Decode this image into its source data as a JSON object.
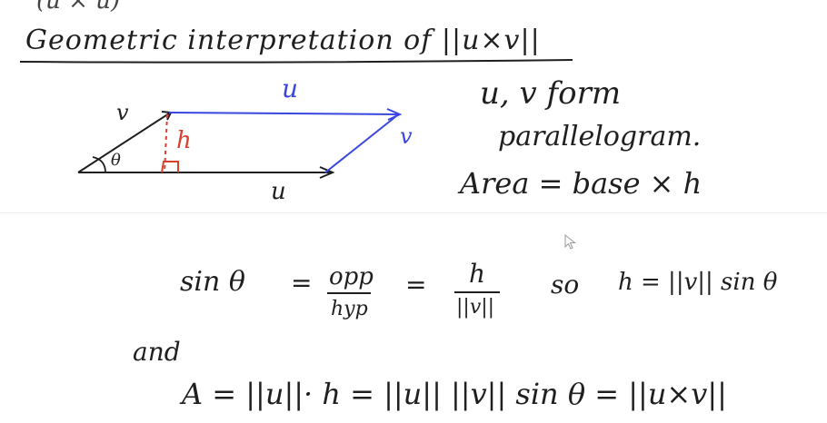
{
  "page": {
    "heading_partial": "(u × u)",
    "title": "Geometric interpretation of ||u×v||"
  },
  "diagram": {
    "label_u_top": "u",
    "label_u_bottom": "u",
    "label_v_left": "v",
    "label_v_right": "v",
    "label_h": "h",
    "label_theta": "θ"
  },
  "notes": {
    "line1": "u, v form",
    "line2": "parallelogram.",
    "line3": "Area = base × h"
  },
  "equations": {
    "sin_lhs": "sin θ",
    "eq1": "=",
    "frac1_num": "opp",
    "frac1_den": "hyp",
    "eq2": "=",
    "frac2_num": "h",
    "frac2_den": "||v||",
    "so": "so",
    "h_result": "h = ||v|| sin θ",
    "and": "and",
    "final": "A = ||u||· h = ||u|| ||v|| sin θ = ||u×v||"
  },
  "colors": {
    "ink": "#1f1f1f",
    "blue": "#3a46e0",
    "red": "#d9402f"
  }
}
